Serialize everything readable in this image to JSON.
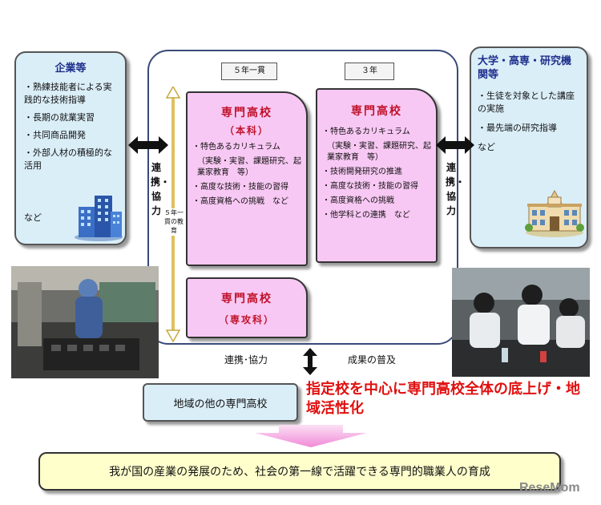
{
  "left_panel": {
    "title": "企業等",
    "items": [
      "・熟練技能者による実践的な技術指導",
      "・長期の就業実習",
      "・共同商品開発",
      "・外部人材の積極的な活用"
    ],
    "footer": "など"
  },
  "right_panel": {
    "title": "大学・高専・研究機関等",
    "items": [
      "・生徒を対象とした講座の実施",
      "・最先端の研究指導"
    ],
    "footer": "など"
  },
  "tags": {
    "five_year": "５年一貫",
    "three_year": "３年"
  },
  "school_main": {
    "title": "専門高校",
    "subtitle": "（本科）",
    "items": [
      "・特色あるカリキュラム",
      "（実験・実習、課題研究、起業家教育　等）",
      "・高度な技術・技能の習得",
      "・高度資格への挑戦　など"
    ]
  },
  "school_3yr": {
    "title": "専門高校",
    "items": [
      "・特色あるカリキュラム",
      "（実験・実習、課題研究、起業家教育　等）",
      "・技術開発研究の推進",
      "・高度な技術・技能の習得",
      "・高度資格への挑戦",
      "・他学科との連携　など"
    ]
  },
  "school_advanced": {
    "title": "専門高校",
    "subtitle": "（専攻科）"
  },
  "five_year_label": "５年一貫の教育",
  "link_left": "連携・協力",
  "link_right": "連携・協力",
  "bottom_link": "連携･協力",
  "bottom_result": "成果の普及",
  "regional": "地域の他の専門高校",
  "headline": "指定校を中心に専門高校全体の底上げ・地域活性化",
  "goal": "我が国の産業の発展のため、社会の第一線で活躍できる専門的職業人の育成",
  "watermark": "ReseMom",
  "colors": {
    "pink_fill": "#f8c8f4",
    "blue_fill": "#daeef8",
    "headline_red": "#e01010",
    "goal_fill": "#ffffcc"
  }
}
